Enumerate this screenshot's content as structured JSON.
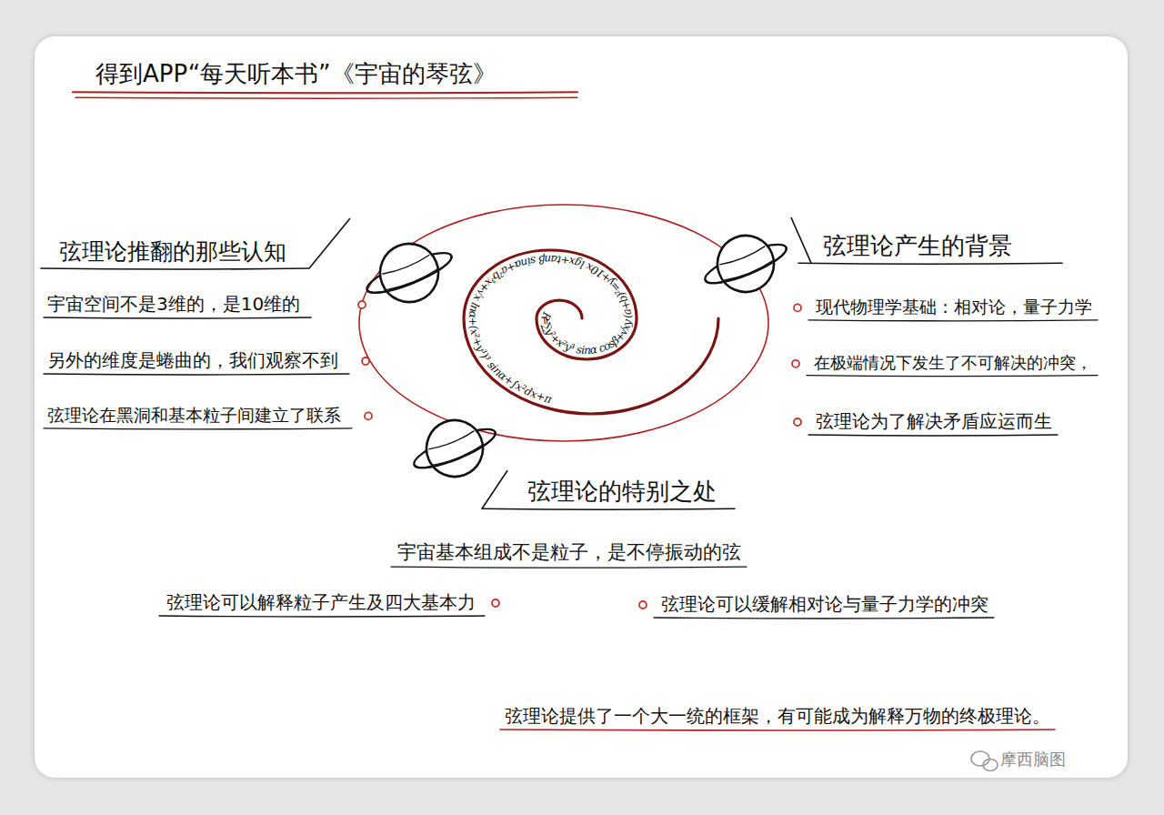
{
  "diagram": {
    "title": "得到APP“每天听本书”《宇宙的琴弦》",
    "labels": [
      "弦理论推翻的那些认知",
      "宇宙空间不是3维的，是10维的",
      "另外的维度是蜷曲的，我们观察不到",
      "弦理论在黑洞和基本粒子间建立了联系",
      "R=∑y²+x²y³ sinα cosβ+√xy (a+b)²=y+10x lgx+tanβ sinα+a²b³x+√x lnα+(x²+y³)³ sinα+∫x²dx+π",
      "弦理论产生的背景",
      "现代物理学基础：相对论，量子力学",
      "在极端情况下发生了不可解决的冲突，",
      "弦理论为了解决矛盾应运而生",
      "弦理论的特别之处",
      "宇宙基本组成不是粒子，是不停振动的弦",
      "弦理论可以解释粒子产生及四大基本力",
      "弦理论可以缓解相对论与量子力学的冲突",
      "弦理论提供了一个大一统的框架，有可能成为解释万物的终极理论。",
      "摩西脑图"
    ]
  }
}
